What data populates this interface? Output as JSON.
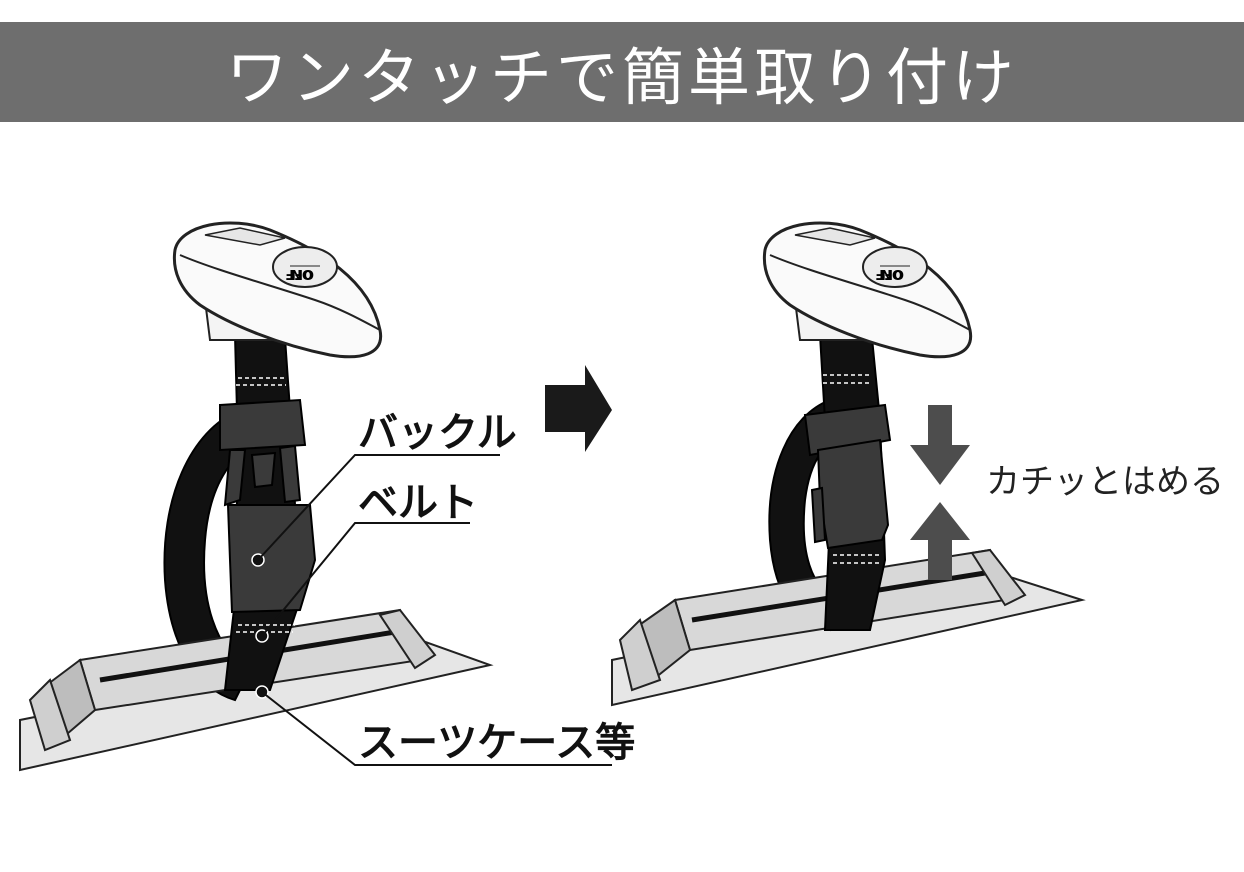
{
  "banner": {
    "title": "ワンタッチで簡単取り付け"
  },
  "labels": {
    "buckle": "バックル",
    "belt": "ベルト",
    "suitcase": "スーツケース等",
    "click_note": "カチッとはめる",
    "switch_on": "ON",
    "switch_off": "OFF"
  },
  "colors": {
    "banner_bg": "#6e6e6e",
    "banner_text": "#ffffff",
    "strap": "#111111",
    "buckle": "#3a3a3a",
    "arrow": "#4d4d4d",
    "rail": "#d8d8d8"
  }
}
